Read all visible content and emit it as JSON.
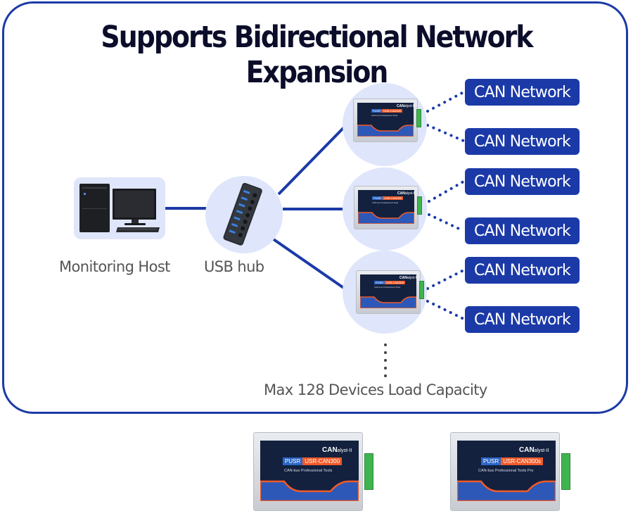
{
  "title": "Supports Bidirectional Network Expansion",
  "nodes": {
    "host": {
      "label": "Monitoring Host",
      "icon": "desktop-computer-icon"
    },
    "hub": {
      "label": "USB hub",
      "icon": "usb-hub-icon"
    },
    "devices": [
      {
        "icon": "can-adapter-icon",
        "brand": "CAN",
        "brand_suffix": "alyst-II",
        "logo": "PUSR",
        "model": "USR-CAN300",
        "subtitle": "CAN-bus Professional Tools"
      },
      {
        "icon": "can-adapter-icon",
        "brand": "CAN",
        "brand_suffix": "alyst-II",
        "logo": "PUSR",
        "model": "USR-CAN300",
        "subtitle": "CAN-bus Professional Tools"
      },
      {
        "icon": "can-adapter-icon",
        "brand": "CAN",
        "brand_suffix": "alyst-II",
        "logo": "PUSR",
        "model": "USR-CAN300",
        "subtitle": "CAN-bus Professional Tools"
      }
    ],
    "networks": [
      "CAN Network",
      "CAN Network",
      "CAN Network",
      "CAN Network",
      "CAN Network",
      "CAN Network"
    ]
  },
  "capacity_label": "Max 128 Devices Load Capacity",
  "products": [
    {
      "brand": "CAN",
      "brand_suffix": "alyst-II",
      "logo": "PUSR",
      "model": "USR-CAN300",
      "subtitle": "CAN-bus Professional Tools"
    },
    {
      "brand": "CAN",
      "brand_suffix": "alyst-II",
      "logo": "PUSR",
      "model": "USR-CAN300s",
      "subtitle": "CAN-bus Professional Tools Pro"
    }
  ],
  "colors": {
    "accent": "#1b3aa8",
    "title": "#0b0d2a",
    "node_bg": "#dfe6fb",
    "orange": "#f05a28",
    "terminal": "#3fb34f"
  }
}
